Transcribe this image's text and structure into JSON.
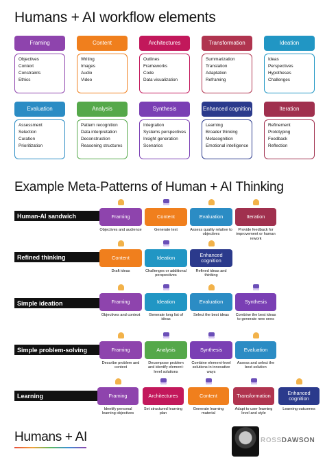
{
  "title": "Humans + AI workflow elements",
  "section_title": "Example Meta-Patterns of Human + AI Thinking",
  "colors": {
    "framing": "#8e44ad",
    "content": "#f07f1d",
    "architectures": "#c2185b",
    "transformation": "#b0344f",
    "ideation": "#2196c4",
    "evaluation": "#2b8cc4",
    "analysis": "#55a84a",
    "synthesis": "#7a3fb4",
    "enhanced": "#2b3a8c",
    "iteration": "#a0304e"
  },
  "elements": [
    {
      "key": "framing",
      "title": "Framing",
      "items": [
        "Objectives",
        "Context",
        "Constraints",
        "Ethics"
      ]
    },
    {
      "key": "content",
      "title": "Content",
      "items": [
        "Writing",
        "Images",
        "Audio",
        "Video"
      ]
    },
    {
      "key": "architectures",
      "title": "Architectures",
      "items": [
        "Outlines",
        "Frameworks",
        "Code",
        "Data visualization"
      ]
    },
    {
      "key": "transformation",
      "title": "Transformation",
      "items": [
        "Summarization",
        "Translation",
        "Adaptation",
        "Reframing"
      ]
    },
    {
      "key": "ideation",
      "title": "Ideation",
      "items": [
        "Ideas",
        "Perspectives",
        "Hypotheses",
        "Challenges"
      ]
    },
    {
      "key": "evaluation",
      "title": "Evaluation",
      "items": [
        "Assessment",
        "Selection",
        "Curation",
        "Prioritization"
      ]
    },
    {
      "key": "analysis",
      "title": "Analysis",
      "items": [
        "Pattern recognition",
        "Data interpretation",
        "Deconstruction",
        "Reasoning structures"
      ]
    },
    {
      "key": "synthesis",
      "title": "Synthesis",
      "items": [
        "Integration",
        "Systems perspectives",
        "Insight generation",
        "Scenarios"
      ]
    },
    {
      "key": "enhanced",
      "title": "Enhanced cognition",
      "items": [
        "Learning",
        "Broader thinking",
        "Metacognition",
        "Emotional intelligence"
      ]
    },
    {
      "key": "iteration",
      "title": "Iteration",
      "items": [
        "Refinement",
        "Prototyping",
        "Feedback",
        "Reflection"
      ]
    }
  ],
  "patterns": [
    {
      "name": "Human-AI sandwich",
      "steps": [
        {
          "key": "framing",
          "label": "Framing",
          "actor": "human",
          "caption": "Objectives and audience"
        },
        {
          "key": "content",
          "label": "Content",
          "actor": "ai",
          "caption": "Generate text"
        },
        {
          "key": "evaluation",
          "label": "Evaluation",
          "actor": "human",
          "caption": "Assess quality relative to objectives"
        },
        {
          "key": "iteration",
          "label": "Iteration",
          "actor": "human",
          "caption": "Provide feedback for improvement or human rework"
        }
      ]
    },
    {
      "name": "Refined thinking",
      "steps": [
        {
          "key": "content",
          "label": "Content",
          "actor": "human",
          "caption": "Draft ideas"
        },
        {
          "key": "ideation",
          "label": "Ideation",
          "actor": "ai",
          "caption": "Challenges or additional perspectives"
        },
        {
          "key": "enhanced",
          "label": "Enhanced cognition",
          "actor": "human",
          "caption": "Refined ideas and thinking"
        }
      ]
    },
    {
      "name": "Simple ideation",
      "steps": [
        {
          "key": "framing",
          "label": "Framing",
          "actor": "human",
          "caption": "Objectives and context"
        },
        {
          "key": "ideation",
          "label": "Ideation",
          "actor": "ai",
          "caption": "Generate long list of ideas"
        },
        {
          "key": "evaluation",
          "label": "Evaluation",
          "actor": "human",
          "caption": "Select the best ideas"
        },
        {
          "key": "synthesis",
          "label": "Synthesis",
          "actor": "ai",
          "caption": "Combine the best ideas to generate new ones"
        }
      ]
    },
    {
      "name": "Simple problem-solving",
      "steps": [
        {
          "key": "framing",
          "label": "Framing",
          "actor": "human",
          "caption": "Describe problem and context"
        },
        {
          "key": "analysis",
          "label": "Analysis",
          "actor": "ai",
          "caption": "Decompose problem and identify element-level solutions"
        },
        {
          "key": "synthesis",
          "label": "Synthesis",
          "actor": "ai",
          "caption": "Combine element-level solutions in innovative ways"
        },
        {
          "key": "evaluation",
          "label": "Evaluation",
          "actor": "human",
          "caption": "Assess and select the best solution"
        }
      ]
    },
    {
      "name": "Learning",
      "steps": [
        {
          "key": "framing",
          "label": "Framing",
          "actor": "human",
          "caption": "Identify personal learning objectives"
        },
        {
          "key": "architectures",
          "label": "Architectures",
          "actor": "ai",
          "caption": "Set structured learning plan"
        },
        {
          "key": "content",
          "label": "Content",
          "actor": "ai",
          "caption": "Generate learning material"
        },
        {
          "key": "transformation",
          "label": "Transformation",
          "actor": "ai",
          "caption": "Adapt to user learning level and style"
        },
        {
          "key": "enhanced",
          "label": "Enhanced cognition",
          "actor": "human",
          "caption": "Learning outcomes"
        }
      ]
    }
  ],
  "footer": {
    "brand": "Humans + AI",
    "logo_text": "ROSSDAWSON"
  }
}
